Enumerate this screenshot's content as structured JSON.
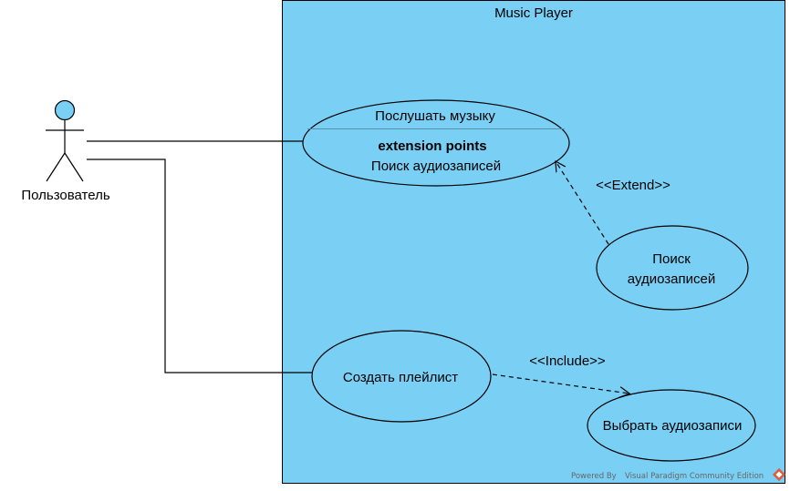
{
  "system": {
    "title": "Music Player",
    "fill": "#7ACFF5",
    "stroke": "#000000"
  },
  "actor": {
    "name": "Пользователь",
    "head_fill": "#7ACFF5"
  },
  "use_cases": {
    "listen": {
      "name": "Послушать музыку",
      "ext_header": "extension points",
      "ext_point": "Поиск аудиозаписей"
    },
    "search": {
      "line1": "Поиск",
      "line2": "аудиозаписей"
    },
    "playlist": {
      "name": "Создать плейлист"
    },
    "select": {
      "name": "Выбрать аудиозаписи"
    }
  },
  "relations": {
    "extend": "<<Extend>>",
    "include": "<<Include>>"
  },
  "footer": {
    "powered_by": "Powered By",
    "product": "Visual Paradigm Community Edition"
  }
}
